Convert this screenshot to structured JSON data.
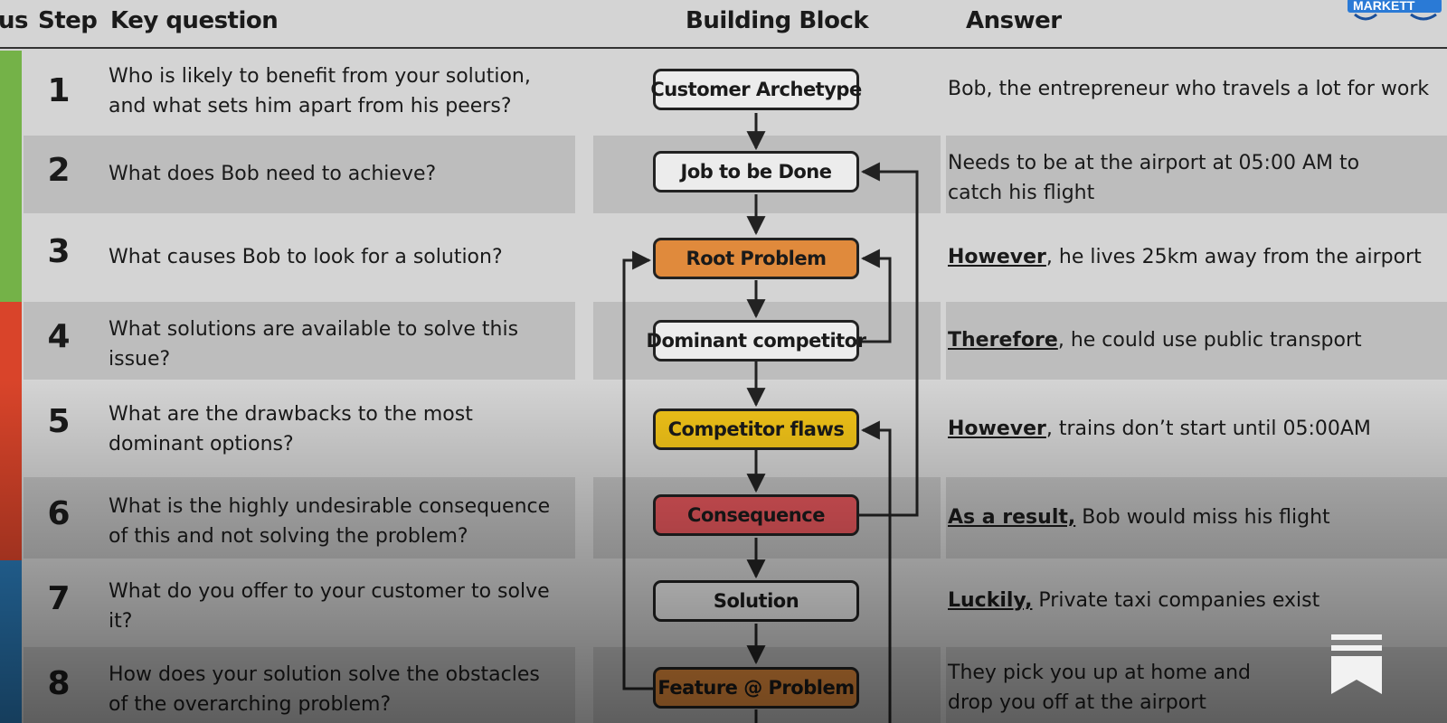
{
  "header": {
    "focus": "us",
    "step": "Step",
    "question": "Key question",
    "block": "Building Block",
    "answer": "Answer"
  },
  "logo_text": "MARKETT",
  "focus_colors": [
    "#74b248",
    "#d9442a",
    "#2b7bb9"
  ],
  "rows": [
    {
      "step": "1",
      "question": "Who is likely to benefit from your solution, and what sets him apart from his peers?",
      "block": "Customer Archetype",
      "block_color": "#ececec",
      "answer_kw": "",
      "answer_rest": "Bob, the entrepreneur who travels a lot for work"
    },
    {
      "step": "2",
      "question": "What does Bob need to achieve?",
      "block": "Job to be Done",
      "block_color": "#ececec",
      "answer_kw": "",
      "answer_rest": "Needs to be at the airport at 05:00 AM to catch his flight"
    },
    {
      "step": "3",
      "question": "What causes Bob to look for a solution?",
      "block": "Root Problem",
      "block_color": "#e08a3c",
      "answer_kw": "However",
      "answer_rest": ", he lives 25km away from the airport"
    },
    {
      "step": "4",
      "question": "What solutions are available to solve this issue?",
      "block": "Dominant competitor",
      "block_color": "#ececec",
      "answer_kw": "Therefore",
      "answer_rest": ", he could use public transport"
    },
    {
      "step": "5",
      "question": "What are the drawbacks to the most dominant options?",
      "block": "Competitor flaws",
      "block_color": "#f2c418",
      "answer_kw": "However",
      "answer_rest": ", trains don’t start until 05:00AM"
    },
    {
      "step": "6",
      "question": "What is the highly undesirable consequence of this and not solving the problem?",
      "block": "Consequence",
      "block_color": "#e0555a",
      "answer_kw": "As a result,",
      "answer_rest": " Bob would miss his flight"
    },
    {
      "step": "7",
      "question": "What do you offer to your customer to solve it?",
      "block": "Solution",
      "block_color": "#ececec",
      "answer_kw": "Luckily,",
      "answer_rest": " Private taxi companies exist"
    },
    {
      "step": "8",
      "question": "How does your solution solve the obstacles of the overarching problem?",
      "block": "Feature @ Problem",
      "block_color": "#e08a3c",
      "answer_kw": "",
      "answer_rest": "They pick you up at home and drop you off at the airport"
    }
  ]
}
